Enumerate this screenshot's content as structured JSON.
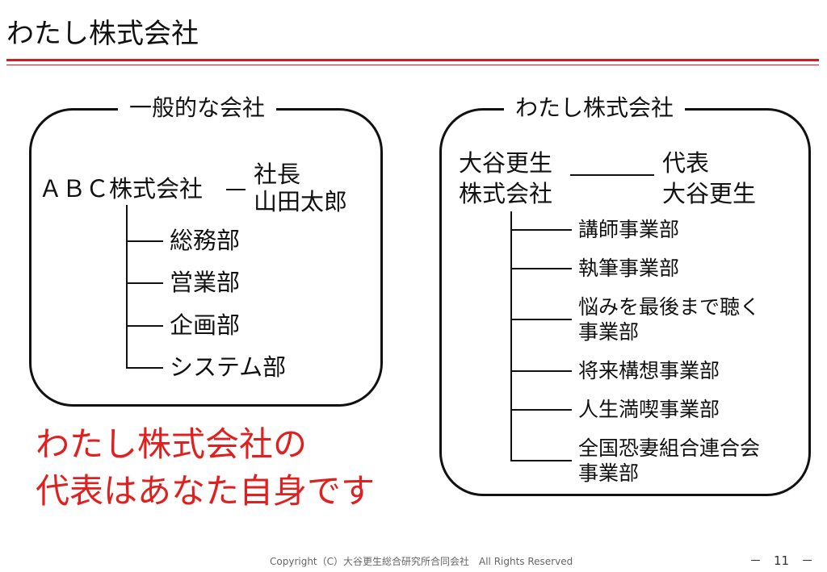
{
  "slide_title": "わたし株式会社",
  "left_panel": {
    "heading": "一般的な会社",
    "company": "ＡＢＣ株式会社",
    "president": {
      "role": "社長",
      "name": "山田太郎"
    },
    "departments": [
      "総務部",
      "営業部",
      "企画部",
      "システム部"
    ]
  },
  "right_panel": {
    "heading": "わたし株式会社",
    "company_line1": "大谷更生",
    "company_line2": "株式会社",
    "representative": {
      "role": "代表",
      "name": "大谷更生"
    },
    "departments": [
      {
        "line1": "講師事業部",
        "line2": ""
      },
      {
        "line1": "執筆事業部",
        "line2": ""
      },
      {
        "line1": "悩みを最後まで聴く",
        "line2": "事業部"
      },
      {
        "line1": "将来構想事業部",
        "line2": ""
      },
      {
        "line1": "人生満喫事業部",
        "line2": ""
      },
      {
        "line1": "全国恐妻組合連合会",
        "line2": "事業部"
      }
    ]
  },
  "message": {
    "line1": "わたし株式会社の",
    "line2": "代表はあなた自身です"
  },
  "footer": {
    "copyright": "Copyright（C）大谷更生総合研究所合同会社　All Rights Reserved",
    "page": "－　11　－"
  },
  "colors": {
    "accent": "#d71920",
    "message": "#e0201f",
    "text": "#111111"
  }
}
